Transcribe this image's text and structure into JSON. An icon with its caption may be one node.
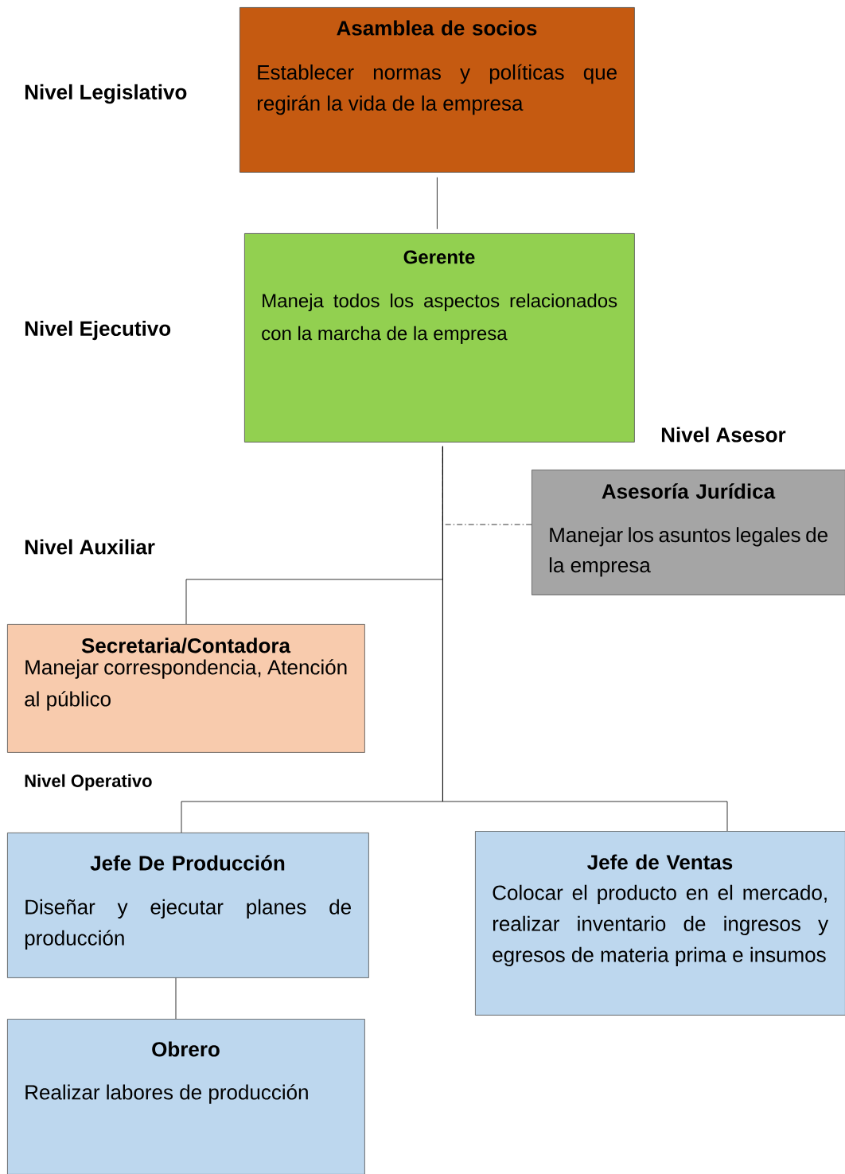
{
  "diagram": {
    "nodes": [
      {
        "text": [
          "Asamblea de socios",
          "Establecer normas y políticas que regirán la vida de la empresa"
        ]
      },
      {
        "text": [
          "Gerente",
          "Maneja todos los aspectos relacionados con la marcha de la empresa"
        ]
      },
      {
        "text": [
          "Asesoría Jurídica",
          "Manejar los asuntos legales de la empresa"
        ]
      },
      {
        "text": [
          "Secretaria/Contadora",
          "Manejar correspondencia, Atención al público"
        ]
      },
      {
        "text": [
          "Jefe De Producción",
          "Diseñar y ejecutar planes de producción"
        ]
      },
      {
        "text": [
          "Jefe de  Ventas",
          "Colocar el producto en el mercado, realizar inventario de ingresos y egresos de materia prima e insumos"
        ]
      },
      {
        "text": [
          "Obrero",
          "Realizar labores de producción"
        ]
      }
    ],
    "edges": [
      {
        "from": 0,
        "to": 1,
        "arrow": "none"
      },
      {
        "from": 1,
        "to": 3,
        "arrow": "none"
      },
      {
        "from": 1,
        "to": 2,
        "arrow": "none",
        "style": "dashed"
      },
      {
        "from": 1,
        "to": 4,
        "arrow": "none"
      },
      {
        "from": 1,
        "to": 5,
        "arrow": "none"
      },
      {
        "from": 4,
        "to": 6,
        "arrow": "none"
      }
    ],
    "labels": [
      "Nivel Legislativo",
      "Nivel Ejecutivo",
      "Nivel Asesor",
      "Nivel Auxiliar",
      "Nivel Operativo"
    ]
  }
}
